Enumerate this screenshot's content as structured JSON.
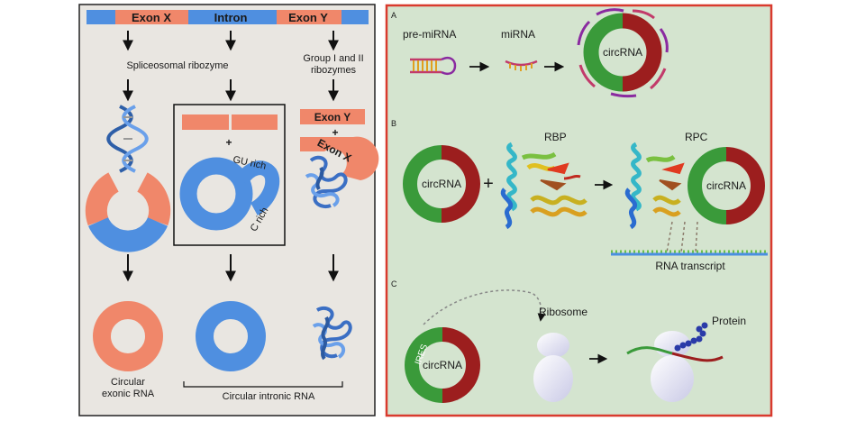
{
  "left_panel": {
    "header": {
      "exon_x": "Exon X",
      "intron": "Intron",
      "exon_y": "Exon Y"
    },
    "col1_label": "Spliceosomal ribozyme",
    "col3_label_line1": "Group I and II",
    "col3_label_line2": "ribozymes",
    "box_plus": "+",
    "gu_rich": "GU rich",
    "c_rich": "C rich",
    "exon_y_tag": "Exon Y",
    "exon_x_tag": "Exon X",
    "col3_plus": "+",
    "circ_exonic_line1": "Circular",
    "circ_exonic_line2": "exonic RNA",
    "circ_intronic": "Circular intronic RNA"
  },
  "right_panel": {
    "section_a": {
      "letter": "A",
      "pre_mirna": "pre-miRNA",
      "mirna": "miRNA",
      "circrna": "circRNA"
    },
    "section_b": {
      "letter": "B",
      "circrna_left": "circRNA",
      "plus": "+",
      "rbp": "RBP",
      "rpc": "RPC",
      "circrna_right": "circRNA",
      "rna_transcript": "RNA transcript"
    },
    "section_c": {
      "letter": "C",
      "ires": "IRES",
      "circrna": "circRNA",
      "ribosome": "Ribosome",
      "protein": "Protein"
    }
  },
  "colors": {
    "exon_orange": "#f0876a",
    "intron_blue": "#4f8fe0",
    "circ_green": "#3a9a3a",
    "circ_red": "#9c1e1e",
    "right_bg": "#d4e4cf",
    "right_border": "#d93a2e",
    "left_bg": "#e9e6e1"
  }
}
